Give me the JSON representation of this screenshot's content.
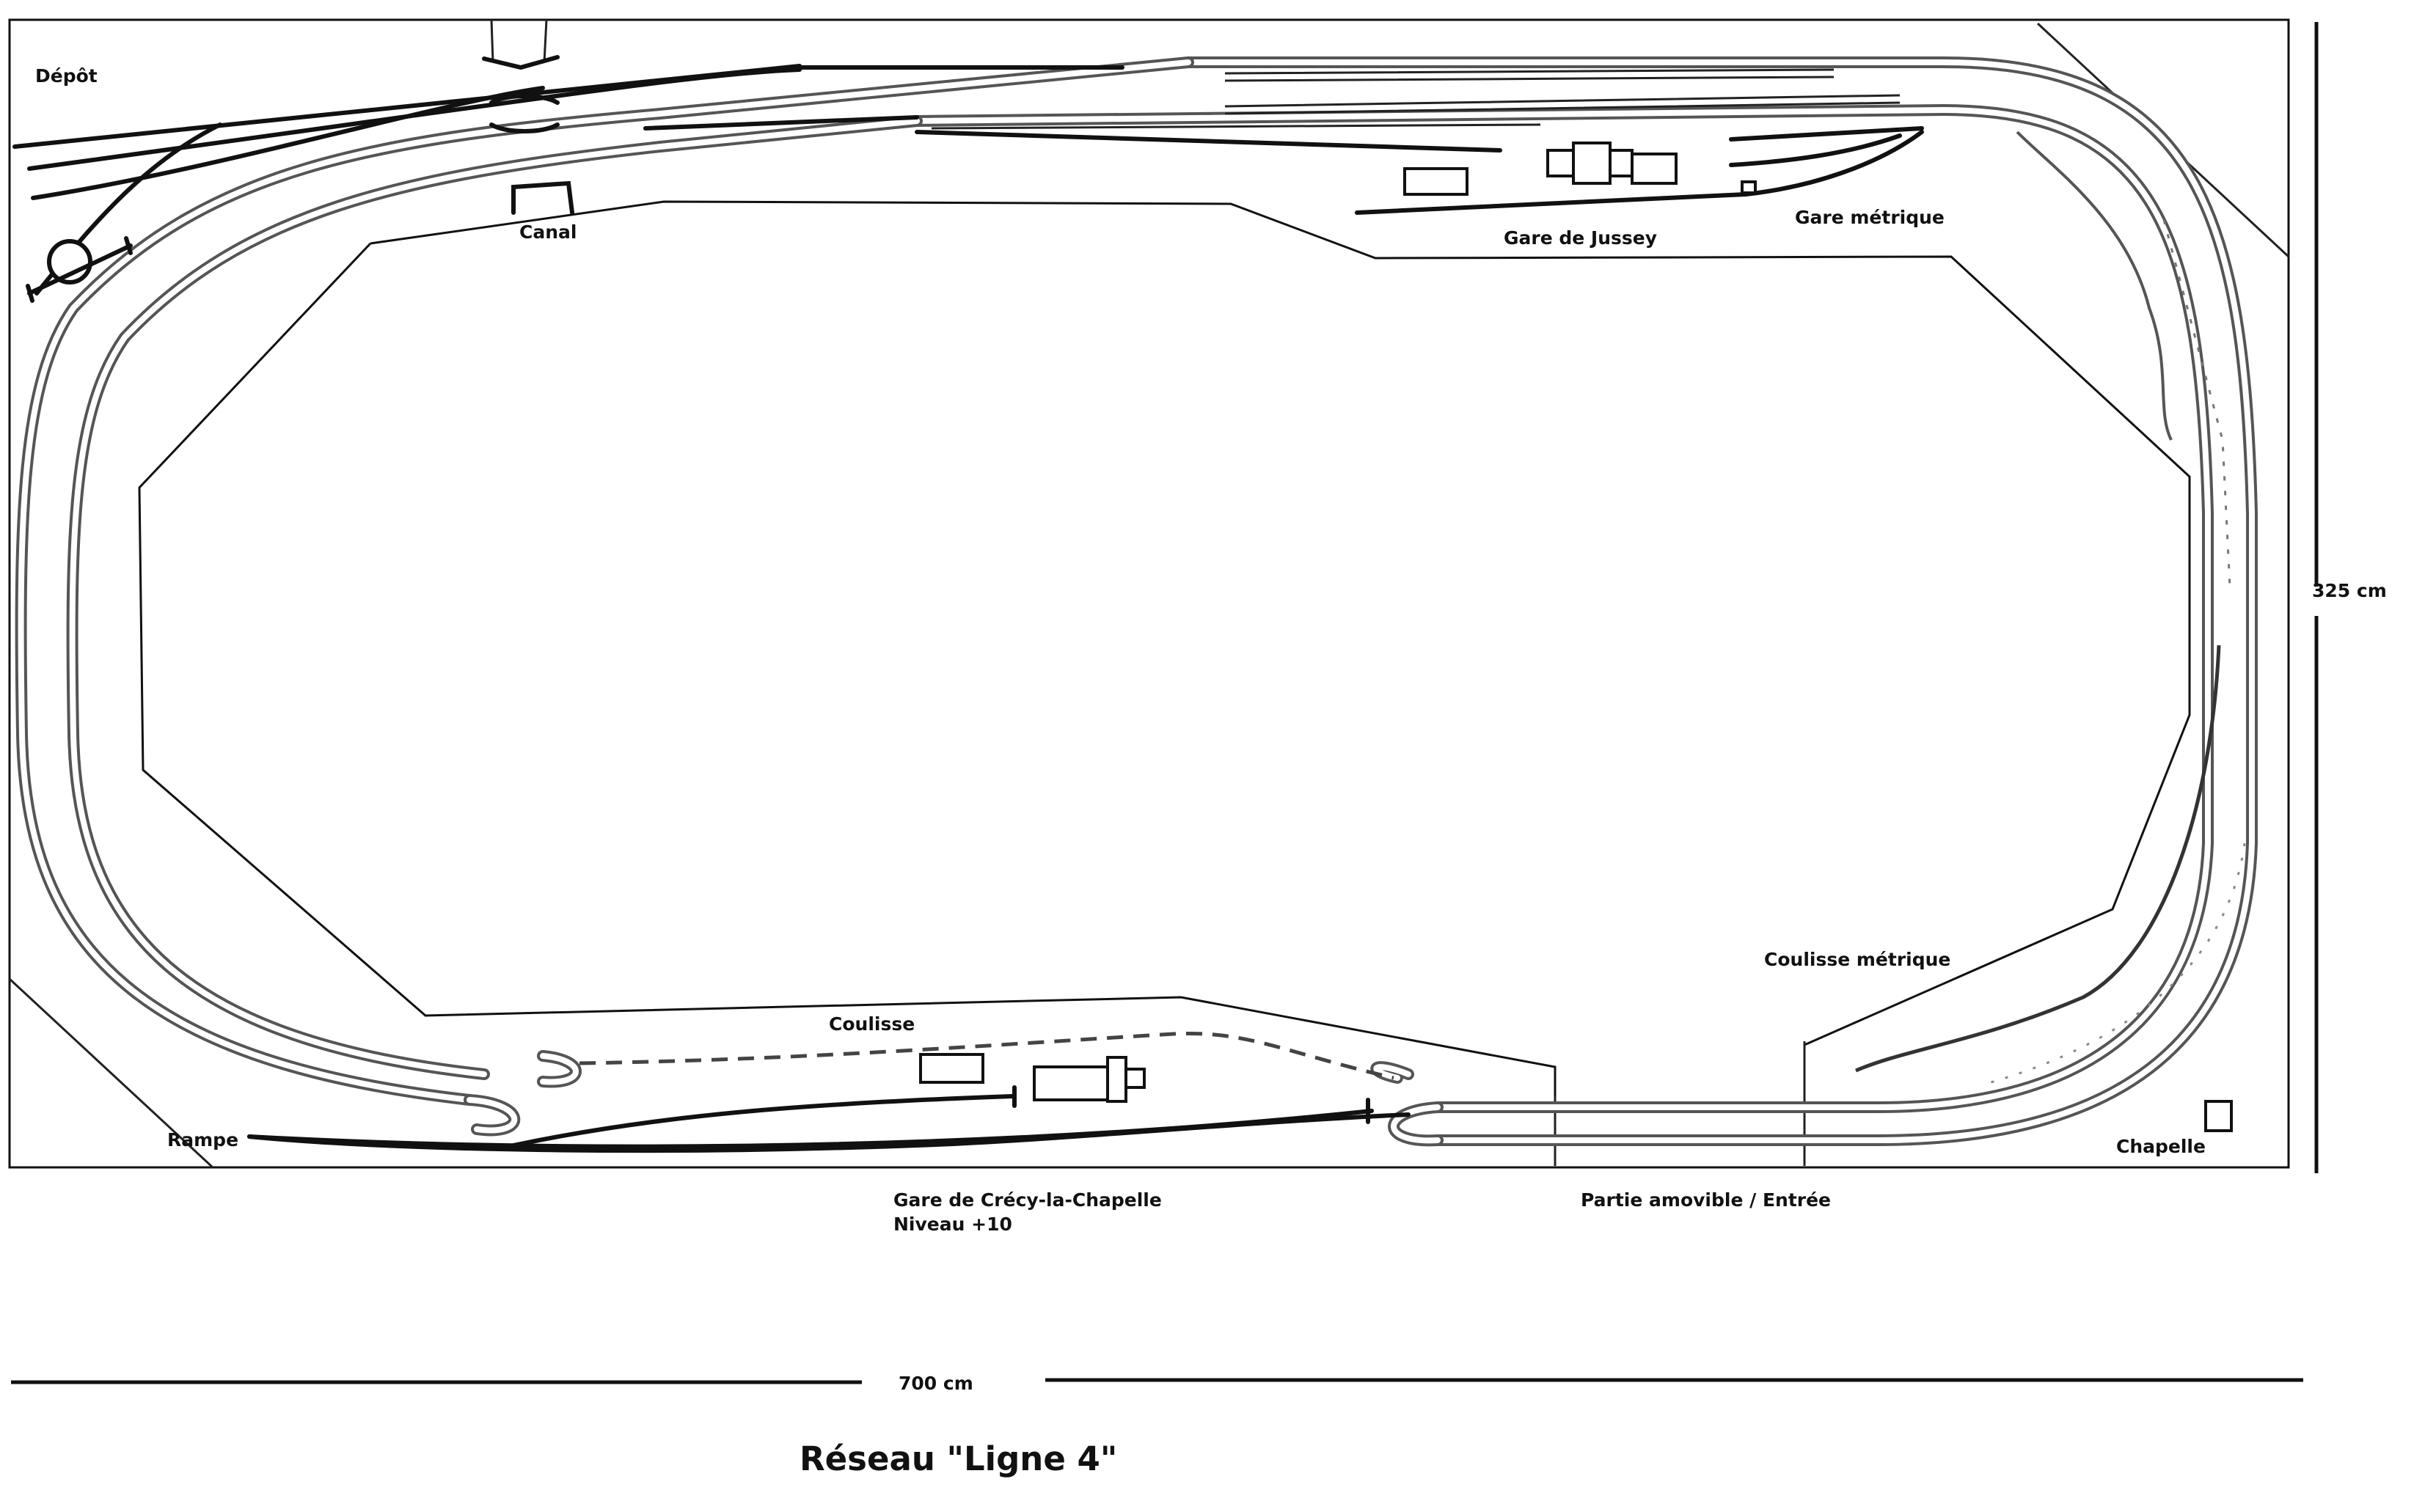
{
  "title": "Réseau \"Ligne 4\"",
  "labels": {
    "depot": "Dépôt",
    "canal": "Canal",
    "gare_jussey": "Gare de Jussey",
    "gare_metrique": "Gare métrique",
    "coulisse_metrique": "Coulisse métrique",
    "coulisse": "Coulisse",
    "rampe": "Rampe",
    "chapelle": "Chapelle",
    "gare_crecy": "Gare de Crécy-la-Chapelle",
    "niveau": "Niveau +10",
    "partie_amovible": "Partie amovible / Entrée"
  },
  "dimensions": {
    "height": "325 cm",
    "width": "700 cm"
  }
}
